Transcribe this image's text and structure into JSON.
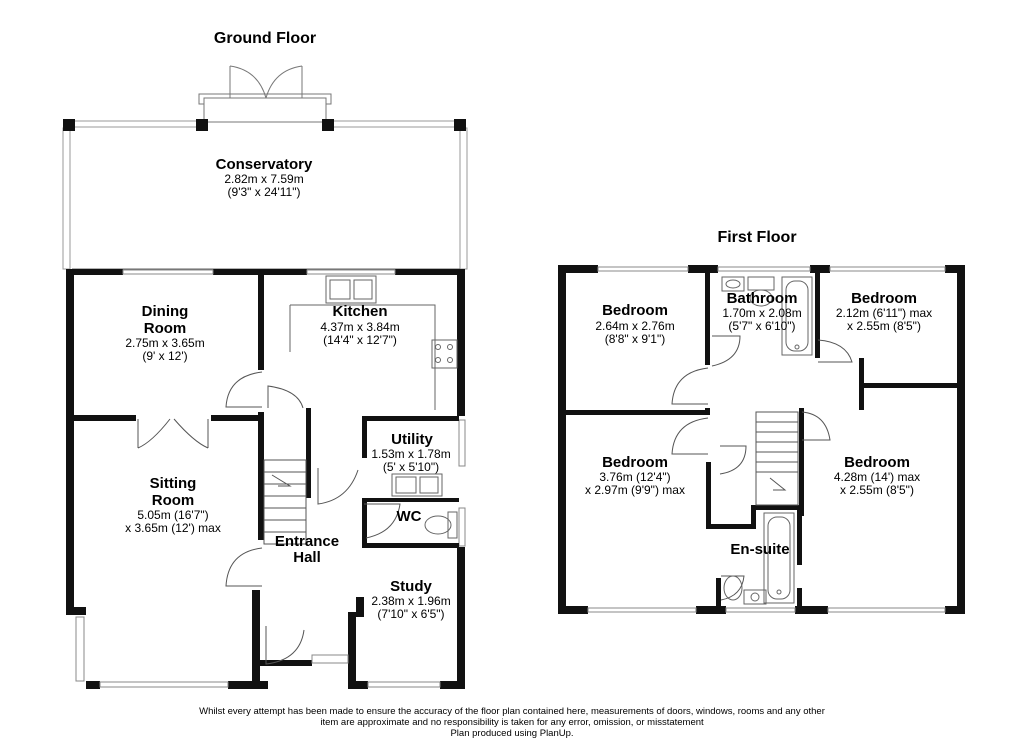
{
  "floors": {
    "ground": {
      "title": "Ground Floor",
      "rooms": {
        "conservatory": {
          "name": "Conservatory",
          "dim1": "2.82m x 7.59m",
          "dim2": "(9'3\" x 24'11\")"
        },
        "dining": {
          "name1": "Dining",
          "name2": "Room",
          "dim1": "2.75m x 3.65m",
          "dim2": "(9' x 12')"
        },
        "kitchen": {
          "name": "Kitchen",
          "dim1": "4.37m x 3.84m",
          "dim2": "(14'4\" x 12'7\")"
        },
        "sitting": {
          "name1": "Sitting",
          "name2": "Room",
          "dim1": "5.05m (16'7\")",
          "dim2": "x 3.65m (12') max"
        },
        "utility": {
          "name": "Utility",
          "dim1": "1.53m x 1.78m",
          "dim2": "(5' x 5'10\")"
        },
        "wc": {
          "name": "WC"
        },
        "entrance": {
          "name1": "Entrance",
          "name2": "Hall"
        },
        "study": {
          "name": "Study",
          "dim1": "2.38m x 1.96m",
          "dim2": "(7'10\" x 6'5\")"
        }
      }
    },
    "first": {
      "title": "First Floor",
      "rooms": {
        "bedroom1": {
          "name": "Bedroom",
          "dim1": "2.64m x 2.76m",
          "dim2": "(8'8\" x 9'1\")"
        },
        "bathroom": {
          "name": "Bathroom",
          "dim1": "1.70m x 2.08m",
          "dim2": "(5'7\" x 6'10\")"
        },
        "bedroom2": {
          "name": "Bedroom",
          "dim1": "2.12m (6'11\") max",
          "dim2": "x 2.55m (8'5\")"
        },
        "bedroom3": {
          "name": "Bedroom",
          "dim1": "3.76m (12'4\")",
          "dim2": "x 2.97m (9'9\") max"
        },
        "bedroom4": {
          "name": "Bedroom",
          "dim1": "4.28m (14') max",
          "dim2": "x 2.55m (8'5\")"
        },
        "ensuite": {
          "name": "En-suite"
        }
      }
    }
  },
  "disclaimer": {
    "line1": "Whilst every attempt has been made to ensure the accuracy of the floor plan contained here, measurements of doors, windows, rooms and any other",
    "line2": "item are approximate and no responsibility is taken for any error, omission, or misstatement",
    "line3": "Plan produced using PlanUp."
  }
}
